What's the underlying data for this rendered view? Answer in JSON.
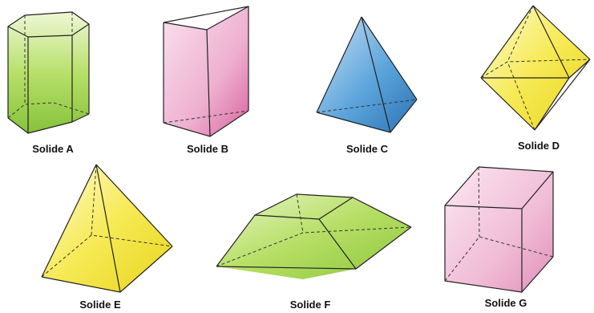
{
  "solids": [
    {
      "id": "A",
      "label": "Solide A",
      "color": "#9fd24a"
    },
    {
      "id": "B",
      "label": "Solide B",
      "color": "#e58bbb"
    },
    {
      "id": "C",
      "label": "Solide C",
      "color": "#3f8fcf"
    },
    {
      "id": "D",
      "label": "Solide D",
      "color": "#f2e23a"
    },
    {
      "id": "E",
      "label": "Solide E",
      "color": "#f2e23a"
    },
    {
      "id": "F",
      "label": "Solide F",
      "color": "#9fd24a"
    },
    {
      "id": "G",
      "label": "Solide G",
      "color": "#eaa2c8"
    }
  ]
}
